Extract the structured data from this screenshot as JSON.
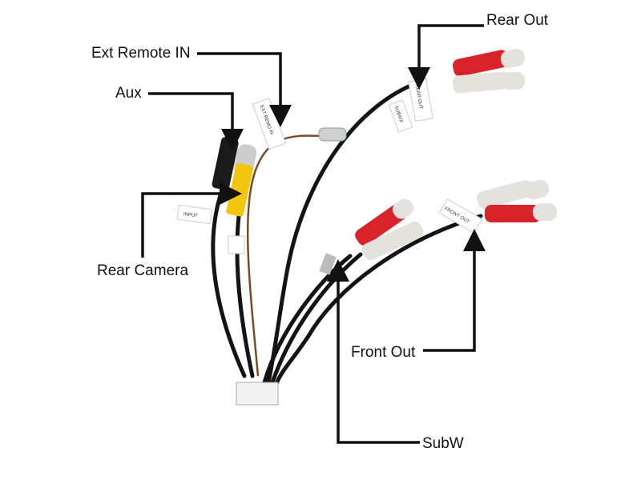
{
  "callouts": {
    "rear_out": "Rear Out",
    "ext_remote_in": "Ext Remote IN",
    "aux": "Aux",
    "rear_camera": "Rear Camera",
    "front_out": "Front Out",
    "subw": "SubW"
  },
  "cable_tags": {
    "ext_remo_in": "EXT REMO IN",
    "rear_out": "REAR OUT",
    "subwx": "SUBWX",
    "input": "INPUT",
    "front_out": "FRONT OUT"
  },
  "colors": {
    "red": "#d8232a",
    "white_plug": "#e4e2dc",
    "yellow": "#f2c511",
    "cable": "#141414",
    "wire_brown": "#7a4a2a"
  }
}
